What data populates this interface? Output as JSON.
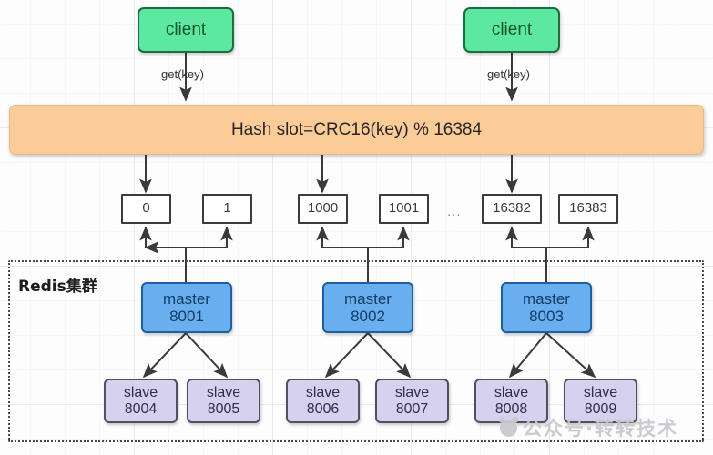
{
  "diagram": {
    "title": "Redis Cluster hash slot routing",
    "colors": {
      "client_fill": "#5CE8A0",
      "client_stroke": "#1F6B43",
      "hashbar_fill": "#FBCC97",
      "hashbar_stroke": "#E8B985",
      "master_fill": "#69AFF0",
      "master_stroke": "#1F5FA0",
      "slave_fill": "#D5D1EE",
      "slave_stroke": "#514F63",
      "slot_stroke": "#3b3b3b",
      "wire": "#3a3a3a",
      "watermark": "#c9c9cf"
    },
    "clients": [
      {
        "label": "client",
        "edge_label": "get(key)"
      },
      {
        "label": "client",
        "edge_label": "get(key)"
      }
    ],
    "hash_bar": {
      "label": "Hash slot=CRC16(key) % 16384"
    },
    "slots": [
      {
        "label": "0"
      },
      {
        "label": "1"
      },
      {
        "label": "1000"
      },
      {
        "label": "1001"
      },
      {
        "label": "16382"
      },
      {
        "label": "16383"
      }
    ],
    "slot_ellipsis": "...",
    "cluster": {
      "label": "Redis集群"
    },
    "masters": [
      {
        "role": "master",
        "port": "8001"
      },
      {
        "role": "master",
        "port": "8002"
      },
      {
        "role": "master",
        "port": "8003"
      }
    ],
    "slaves": [
      {
        "role": "slave",
        "port": "8004"
      },
      {
        "role": "slave",
        "port": "8005"
      },
      {
        "role": "slave",
        "port": "8006"
      },
      {
        "role": "slave",
        "port": "8007"
      },
      {
        "role": "slave",
        "port": "8008"
      },
      {
        "role": "slave",
        "port": "8009"
      }
    ],
    "watermark": {
      "text": "公众号·转转技术"
    }
  }
}
